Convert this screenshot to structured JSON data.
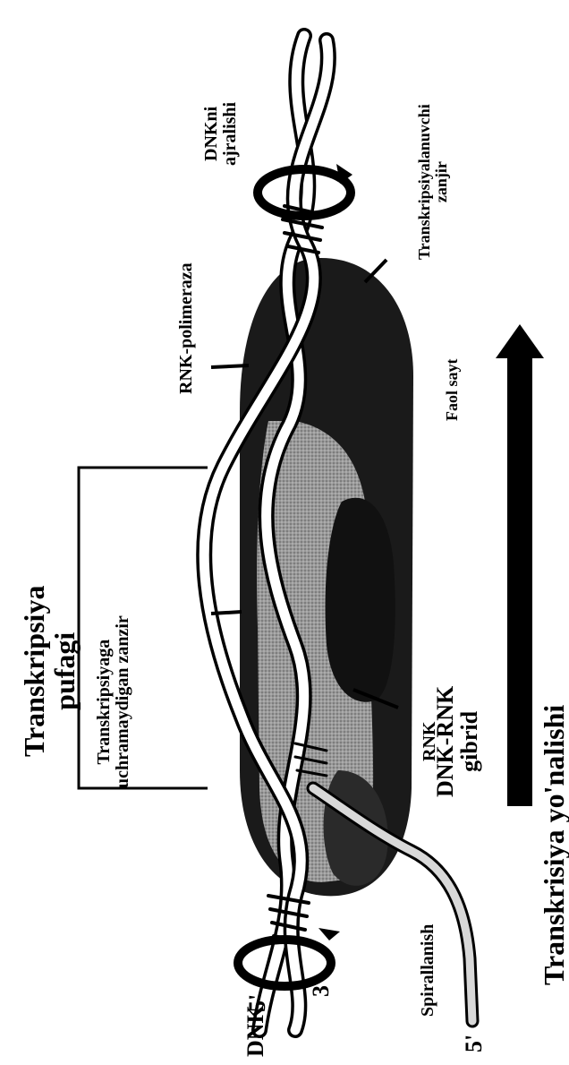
{
  "labels": {
    "dna": "DNK",
    "five_prime_top": "5'",
    "three_prime": "3'",
    "five_prime_rna": "5'",
    "spirallanish": "Spirallanish",
    "rna": "RNK",
    "dna_rna_hybrid_line1": "DNK-RNK",
    "dna_rna_hybrid_line2": "gibrid",
    "non_template_line1": "Transkripsiyaga",
    "non_template_line2": "uchramaydigan zanzir",
    "bubble_line1": "Transkripsiya",
    "bubble_line2": "pufagi",
    "rna_polymerase": "RNK-polimeraza",
    "active_site": "Faol sayt",
    "template_line1": "Transkripsiyalanuvchi",
    "template_line2": "zanjir",
    "unwinding_line1": "DNKni",
    "unwinding_line2": "ajralishi",
    "direction": "Transkrisiya yo'nalishi"
  },
  "colors": {
    "ink": "#000000",
    "enzyme_dark": "#161616",
    "enzyme_mid": "#8c8c8c",
    "strand_fill": "#ffffff",
    "rna_fill": "#d8d8d8"
  }
}
